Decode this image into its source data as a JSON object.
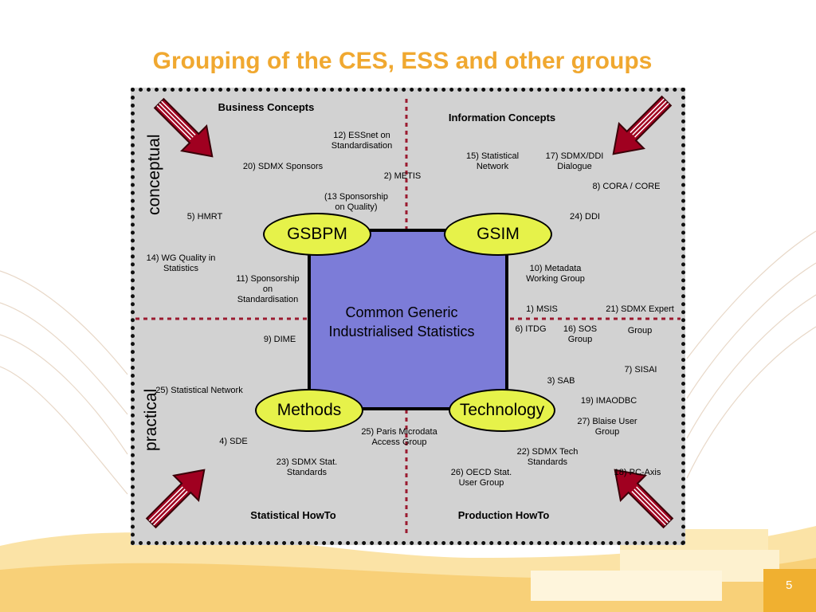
{
  "title": "Grouping of the CES, ESS and other groups",
  "page_number": "5",
  "colors": {
    "title": "#F0A830",
    "frame_fill": "#D2D2D2",
    "center_fill": "#7C7CD8",
    "ellipse_fill": "#E6F24A",
    "arrow_fill": "#A00020",
    "divider": "#9B1B30"
  },
  "axes": {
    "top": "conceptual",
    "bottom": "practical"
  },
  "quadrants": {
    "top_left": "Business Concepts",
    "top_right": "Information Concepts",
    "bottom_left": "Statistical HowTo",
    "bottom_right": "Production HowTo"
  },
  "center": {
    "line1": "Common Generic",
    "line2": "Industrialised Statistics"
  },
  "corners": {
    "tl": "GSBPM",
    "tr": "GSIM",
    "bl": "Methods",
    "br": "Technology"
  },
  "groups": {
    "essnet": [
      "12) ESSnet on",
      "Standardisation"
    ],
    "sdmx_sponsors": "20) SDMX Sponsors",
    "metis": "2) METIS",
    "sponsorship_quality": [
      "(13 Sponsorship",
      "on Quality)"
    ],
    "hmrt": "5) HMRT",
    "stat_network_15": [
      "15) Statistical",
      "Network"
    ],
    "sdmx_ddi_dialogue": [
      "17) SDMX/DDI",
      "Dialogue"
    ],
    "cora_core": "8) CORA / CORE",
    "ddi": "24) DDI",
    "wg_quality": [
      "14) WG Quality in",
      "Statistics"
    ],
    "sponsorship_standardisation": [
      "11) Sponsorship",
      "on",
      "Standardisation"
    ],
    "metadata_wg": [
      "10) Metadata",
      "Working Group"
    ],
    "msis": "1) MSIS",
    "sdmx_expert": [
      "21) SDMX Expert",
      "Group"
    ],
    "itdg": "6) ITDG",
    "sos": [
      "16) SOS",
      "Group"
    ],
    "dime": "9) DIME",
    "sisai": "7) SISAI",
    "sab": "3) SAB",
    "stat_network_25": "25) Statistical Network",
    "imaodbc": "19) IMAODBC",
    "blaise": [
      "27) Blaise User",
      "Group"
    ],
    "sde": "4) SDE",
    "paris_microdata": [
      "25) Paris Microdata",
      "Access Group"
    ],
    "sdmx_tech": [
      "22) SDMX Tech",
      "Standards"
    ],
    "sdmx_stat": [
      "23) SDMX Stat.",
      "Standards"
    ],
    "oecd": [
      "26) OECD Stat.",
      "User Group"
    ],
    "pcaxis": "18) PC-Axis"
  }
}
